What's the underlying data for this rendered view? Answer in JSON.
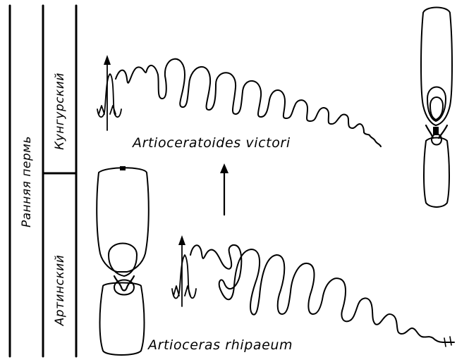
{
  "stratigraphy": {
    "epoch": "Ранняя пермь",
    "stages": [
      "Кунгурский",
      "Артинский"
    ]
  },
  "species": {
    "upper": "Artioceratoides victori",
    "lower": "Artioceras rhipaeum"
  },
  "colors": {
    "ink": "#000000",
    "paper": "#ffffff"
  }
}
